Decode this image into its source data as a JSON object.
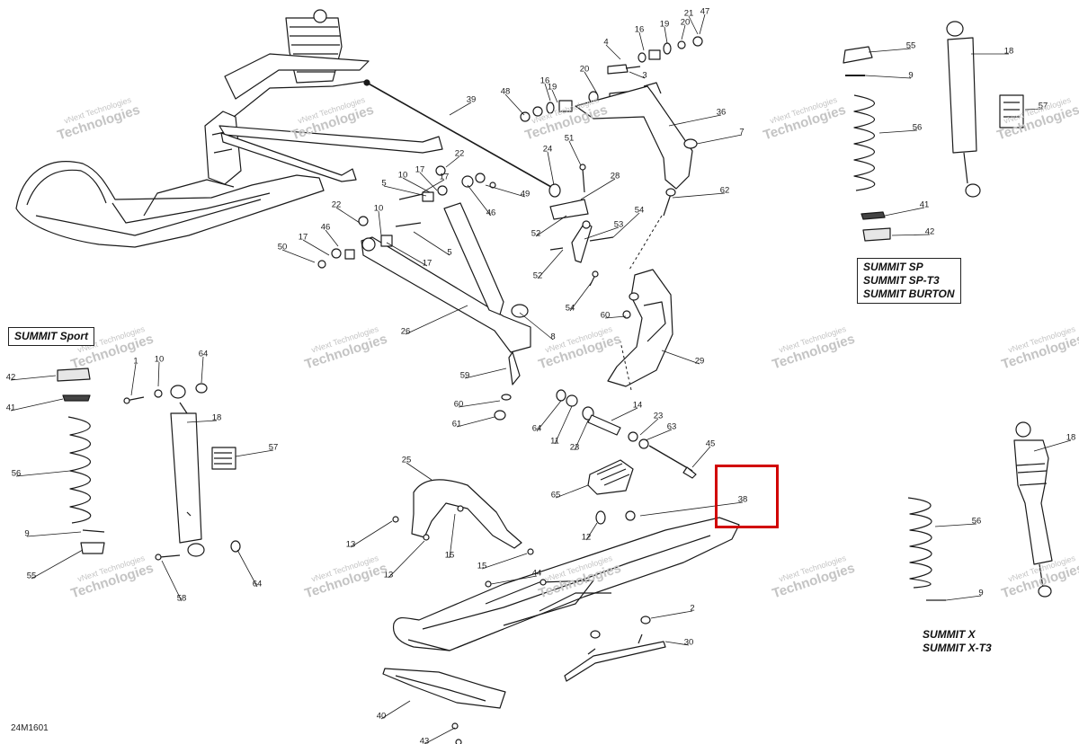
{
  "diagram_code": "24M1601",
  "watermark": {
    "line1": "vNext Technologies",
    "line2": "Technologies"
  },
  "model_labels": {
    "summit_sport": "SUMMIT Sport",
    "summit_sp": [
      "SUMMIT SP",
      "SUMMIT SP-T3",
      "SUMMIT BURTON"
    ],
    "summit_x": [
      "SUMMIT X",
      "SUMMIT X-T3"
    ]
  },
  "highlight": {
    "part_number": "38",
    "color": "#d10000"
  },
  "callouts": [
    "4",
    "16",
    "19",
    "20",
    "21",
    "47",
    "3",
    "20",
    "19",
    "16",
    "48",
    "39",
    "36",
    "7",
    "51",
    "24",
    "28",
    "49",
    "22",
    "17",
    "10",
    "5",
    "17",
    "46",
    "62",
    "53",
    "54",
    "52",
    "22",
    "10",
    "46",
    "5",
    "17",
    "50",
    "17",
    "52",
    "54",
    "26",
    "60",
    "8",
    "29",
    "59",
    "60",
    "61",
    "55",
    "9",
    "56",
    "41",
    "42",
    "18",
    "57",
    "42",
    "41",
    "56",
    "9",
    "55",
    "1",
    "10",
    "64",
    "18",
    "57",
    "58",
    "64",
    "14",
    "64",
    "11",
    "23",
    "23",
    "63",
    "45",
    "25",
    "65",
    "38",
    "12",
    "13",
    "15",
    "13",
    "15",
    "44",
    "2",
    "30",
    "40",
    "43",
    "56",
    "18",
    "9"
  ],
  "colors": {
    "line": "#1a1a1a",
    "part_fill": "#ffffff",
    "shade": "#e6e6e6",
    "dark": "#444444"
  }
}
